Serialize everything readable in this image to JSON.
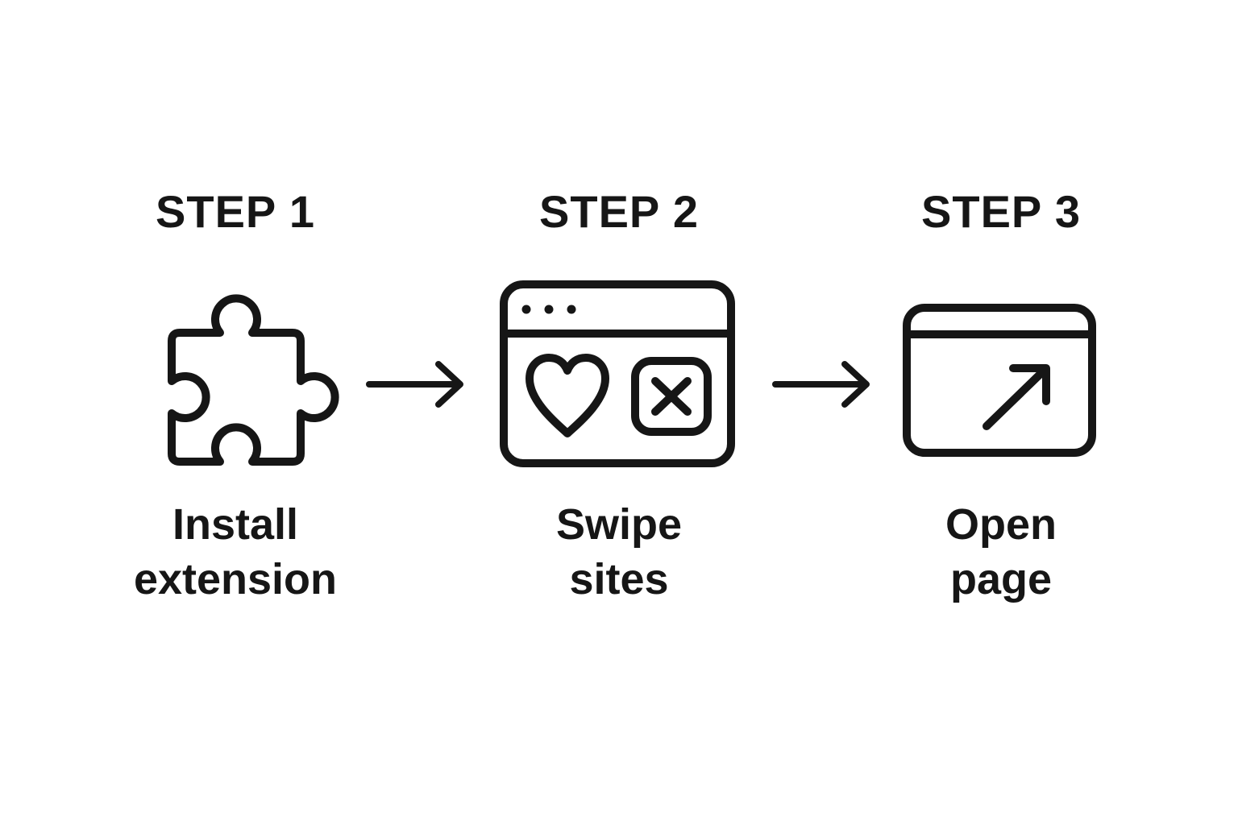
{
  "canvas": {
    "background_color": "#ffffff",
    "ink_color": "#161616"
  },
  "steps": [
    {
      "heading": "STEP 1",
      "icon": "puzzle-piece-icon",
      "label": [
        "Install",
        "extension"
      ]
    },
    {
      "heading": "STEP 2",
      "icon": "browser-swipe-icon",
      "icon_parts": [
        "window-dots",
        "heart-like-icon",
        "x-dismiss-button"
      ],
      "label": [
        "Swipe",
        "sites"
      ]
    },
    {
      "heading": "STEP 3",
      "icon": "browser-open-icon",
      "icon_parts": [
        "window-bar",
        "arrow-up-right"
      ],
      "label": [
        "Open",
        "page"
      ]
    }
  ],
  "connectors": [
    {
      "icon": "arrow-right-icon"
    },
    {
      "icon": "arrow-right-icon"
    }
  ]
}
